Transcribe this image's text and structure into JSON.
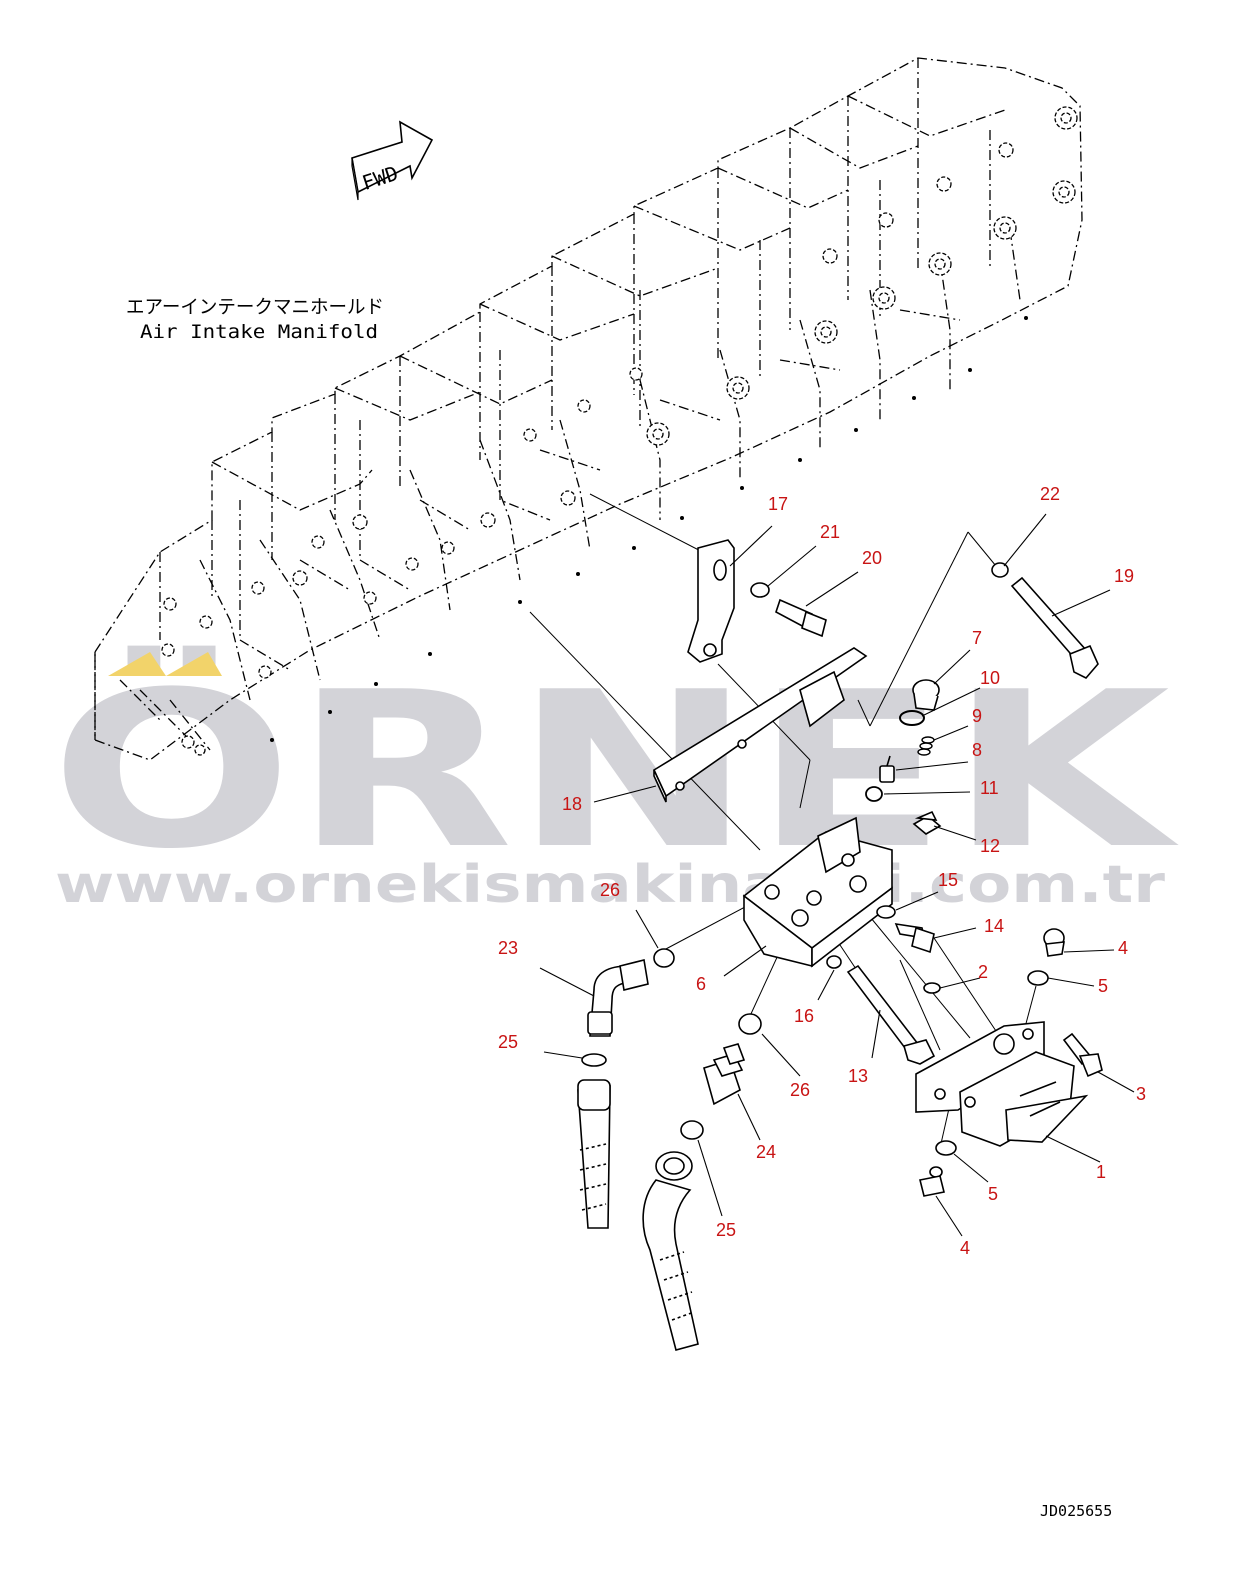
{
  "diagram": {
    "fwd_label": "FWD",
    "assembly_label_jp": "エアーインテークマニホールド",
    "assembly_label_en": "Air Intake Manifold",
    "drawing_code": "JD025655"
  },
  "watermark": {
    "brand": "ÖRNEK",
    "url": "www.ornekismakinalari.com.tr",
    "brand_color": "#d3d3d8",
    "accent_color": "#f2d36a"
  },
  "callout_color": "#c81414",
  "callouts": [
    {
      "id": "c17",
      "label": "17"
    },
    {
      "id": "c21",
      "label": "21"
    },
    {
      "id": "c20",
      "label": "20"
    },
    {
      "id": "c22",
      "label": "22"
    },
    {
      "id": "c19",
      "label": "19"
    },
    {
      "id": "c7",
      "label": "7"
    },
    {
      "id": "c10",
      "label": "10"
    },
    {
      "id": "c9",
      "label": "9"
    },
    {
      "id": "c8",
      "label": "8"
    },
    {
      "id": "c11",
      "label": "11"
    },
    {
      "id": "c12",
      "label": "12"
    },
    {
      "id": "c18",
      "label": "18"
    },
    {
      "id": "c15",
      "label": "15"
    },
    {
      "id": "c14",
      "label": "14"
    },
    {
      "id": "c26a",
      "label": "26"
    },
    {
      "id": "c23",
      "label": "23"
    },
    {
      "id": "c6",
      "label": "6"
    },
    {
      "id": "c16",
      "label": "16"
    },
    {
      "id": "c2",
      "label": "2"
    },
    {
      "id": "c4a",
      "label": "4"
    },
    {
      "id": "c5a",
      "label": "5"
    },
    {
      "id": "c25a",
      "label": "25"
    },
    {
      "id": "c13",
      "label": "13"
    },
    {
      "id": "c26b",
      "label": "26"
    },
    {
      "id": "c3",
      "label": "3"
    },
    {
      "id": "c24",
      "label": "24"
    },
    {
      "id": "c1",
      "label": "1"
    },
    {
      "id": "c5b",
      "label": "5"
    },
    {
      "id": "c25b",
      "label": "25"
    },
    {
      "id": "c4b",
      "label": "4"
    }
  ]
}
